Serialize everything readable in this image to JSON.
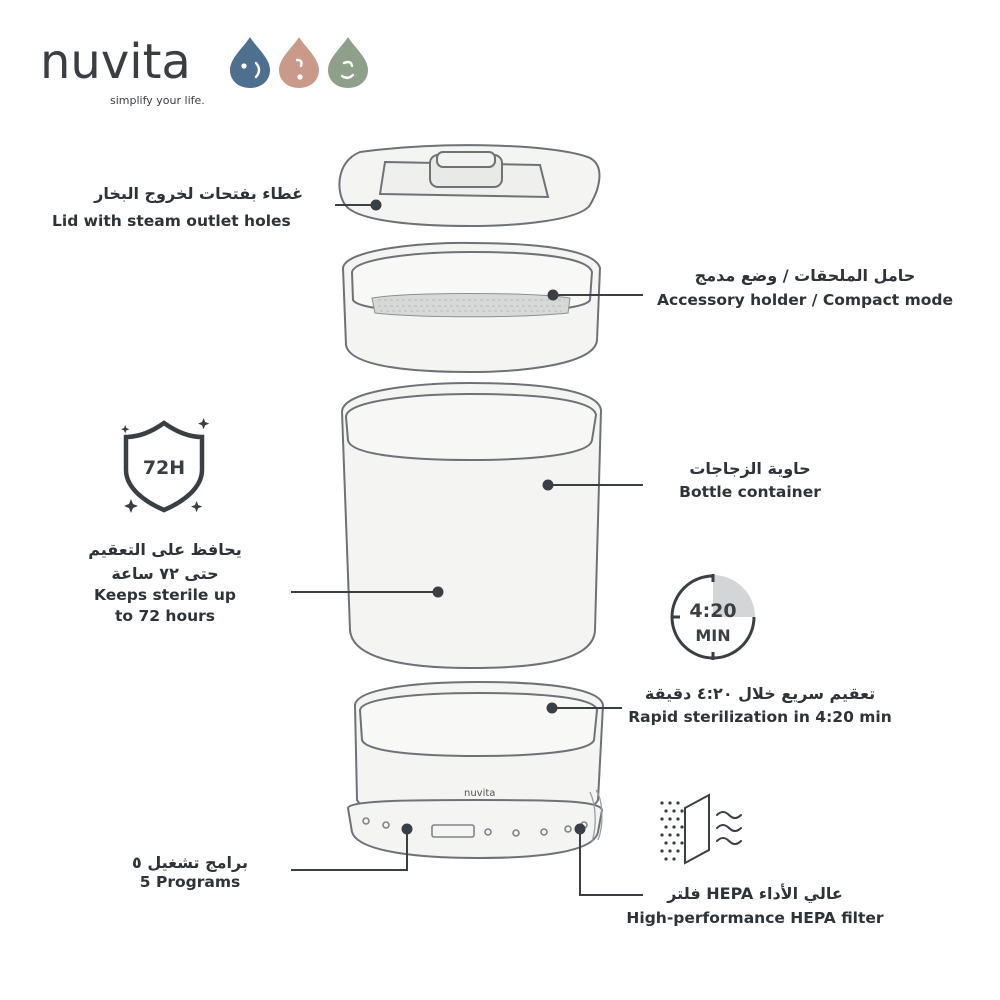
{
  "brand": {
    "name": "nuvita",
    "tagline": "simplify your life.",
    "drop_colors": [
      "#4f6f8e",
      "#c9998a",
      "#8fa08a"
    ],
    "device_logo": "nuvita"
  },
  "timer_badge": {
    "time": "4:20",
    "unit": "MIN"
  },
  "shield_badge": {
    "text": "72H"
  },
  "callouts": {
    "lid": {
      "ar": "غطاء بفتحات لخروج البخار",
      "en": "Lid with steam outlet holes"
    },
    "accessory": {
      "ar": "حامل الملحقات / وضع مدمج",
      "en": "Accessory holder / Compact mode"
    },
    "bottle": {
      "ar": "حاوية الزجاجات",
      "en": "Bottle container"
    },
    "sterile": {
      "ar1": "يحافظ على التعقيم",
      "ar2": "حتى ٧٢ ساعة",
      "en1": "Keeps sterile up",
      "en2": "to 72 hours"
    },
    "rapid": {
      "ar": "تعقيم سريع خلال ٤:٢٠ دقيقة",
      "en": "Rapid sterilization in 4:20 min"
    },
    "programs": {
      "ar": "برامج تشغيل ٥",
      "en": "5 Programs"
    },
    "hepa": {
      "ar": "عالي الأداء HEPA فلتر",
      "en": "High-performance HEPA filter"
    }
  },
  "colors": {
    "line": "#3a3f44",
    "text": "#2e3338",
    "part_stroke": "#6e7276",
    "part_fill": "#f4f4f3"
  }
}
